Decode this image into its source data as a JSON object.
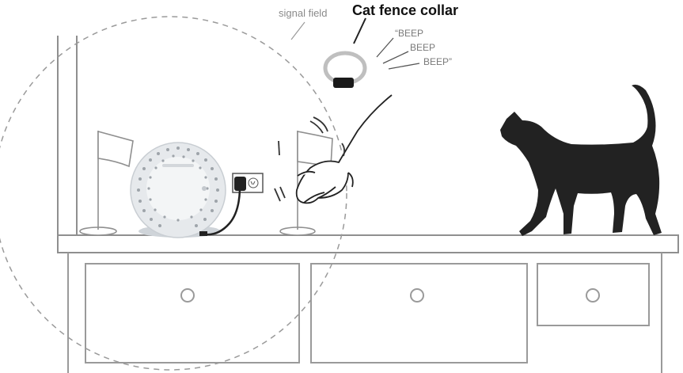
{
  "labels": {
    "signal_field": "signal field",
    "title": "Cat fence collar",
    "beep_1": "“BEEP",
    "beep_2": "BEEP",
    "beep_3": "BEEP”"
  },
  "icons": {
    "collar": "collar-icon",
    "base_station": "base-station-icon",
    "outlet": "power-outlet-icon",
    "flag": "flag-icon",
    "hand": "hand-icon",
    "cat": "cat-icon"
  },
  "colors": {
    "line": "#9a9a9a",
    "dashed_circle": "#9a9a9a",
    "cat": "#222222",
    "device": "#e9ecef"
  }
}
